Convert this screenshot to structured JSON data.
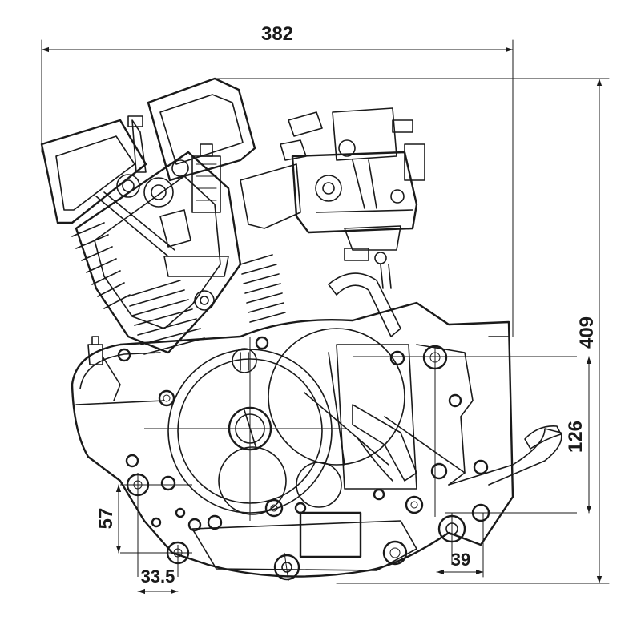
{
  "drawing": {
    "subject": "",
    "dimensions": {
      "overall_width": "382",
      "overall_height": "409",
      "mount_vertical_right": "126",
      "mount_vertical_left": "57",
      "mount_horizontal_left": "33.5",
      "mount_horizontal_right": "39"
    },
    "colors": {
      "line": "#1a1a1a",
      "background": "#ffffff"
    }
  }
}
